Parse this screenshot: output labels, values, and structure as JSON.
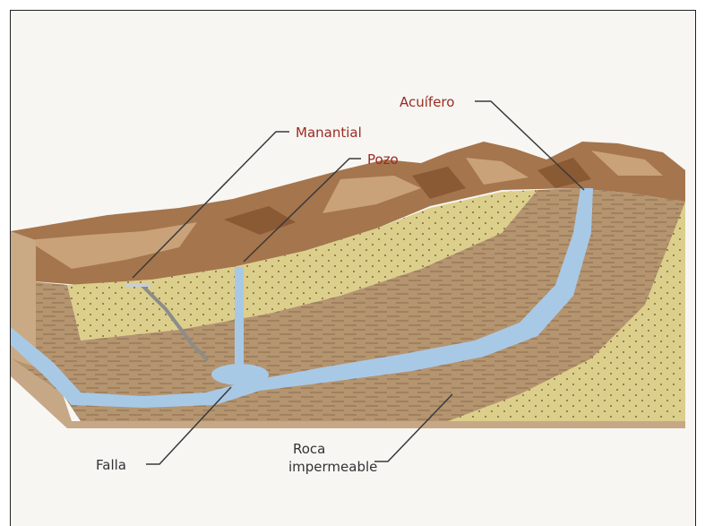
{
  "diagram": {
    "labels": {
      "acuifero": "Acuífero",
      "manantial": "Manantial",
      "pozo": "Pozo",
      "falla": "Falla",
      "roca_line1": "Roca",
      "roca_line2": "impermeable"
    },
    "colors": {
      "label_red": "#9b2a20",
      "label_dark": "#333333",
      "water": "#a8c9e6",
      "sand": "#dccf8c",
      "rock": "#b08d6a",
      "mountain": "#a5754d"
    }
  }
}
